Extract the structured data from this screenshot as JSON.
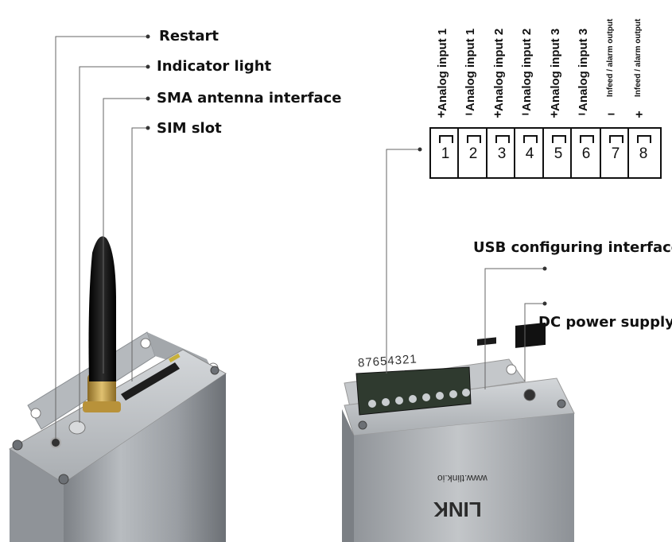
{
  "callouts": {
    "restart": "Restart",
    "indicator": "Indicator light",
    "sma": "SMA antenna interface",
    "sim": "SIM slot",
    "usb": "USB configuring interface",
    "dc": "DC power supply"
  },
  "pins": [
    {
      "num": "1",
      "sign": "+",
      "label": "Analog input 1"
    },
    {
      "num": "2",
      "sign": "−",
      "label": "Analog input 1"
    },
    {
      "num": "3",
      "sign": "+",
      "label": "Analog input 2"
    },
    {
      "num": "4",
      "sign": "−",
      "label": "Analog input 2"
    },
    {
      "num": "5",
      "sign": "+",
      "label": "Analog input 3"
    },
    {
      "num": "6",
      "sign": "−",
      "label": "Analog input 3"
    },
    {
      "num": "7",
      "sign": "−",
      "label": "Infeed / alarm output"
    },
    {
      "num": "8",
      "sign": "+",
      "label": "Infeed / alarm output"
    }
  ],
  "device": {
    "pcb_numbers": "87654321",
    "brand_logo": "LINK",
    "website": "www.tlink.io"
  },
  "colors": {
    "body_silver": "#a8acb0",
    "antenna_black": "#1a1a1a",
    "sma_gold": "#c9a24a",
    "terminal_green": "#2f3a2f"
  }
}
